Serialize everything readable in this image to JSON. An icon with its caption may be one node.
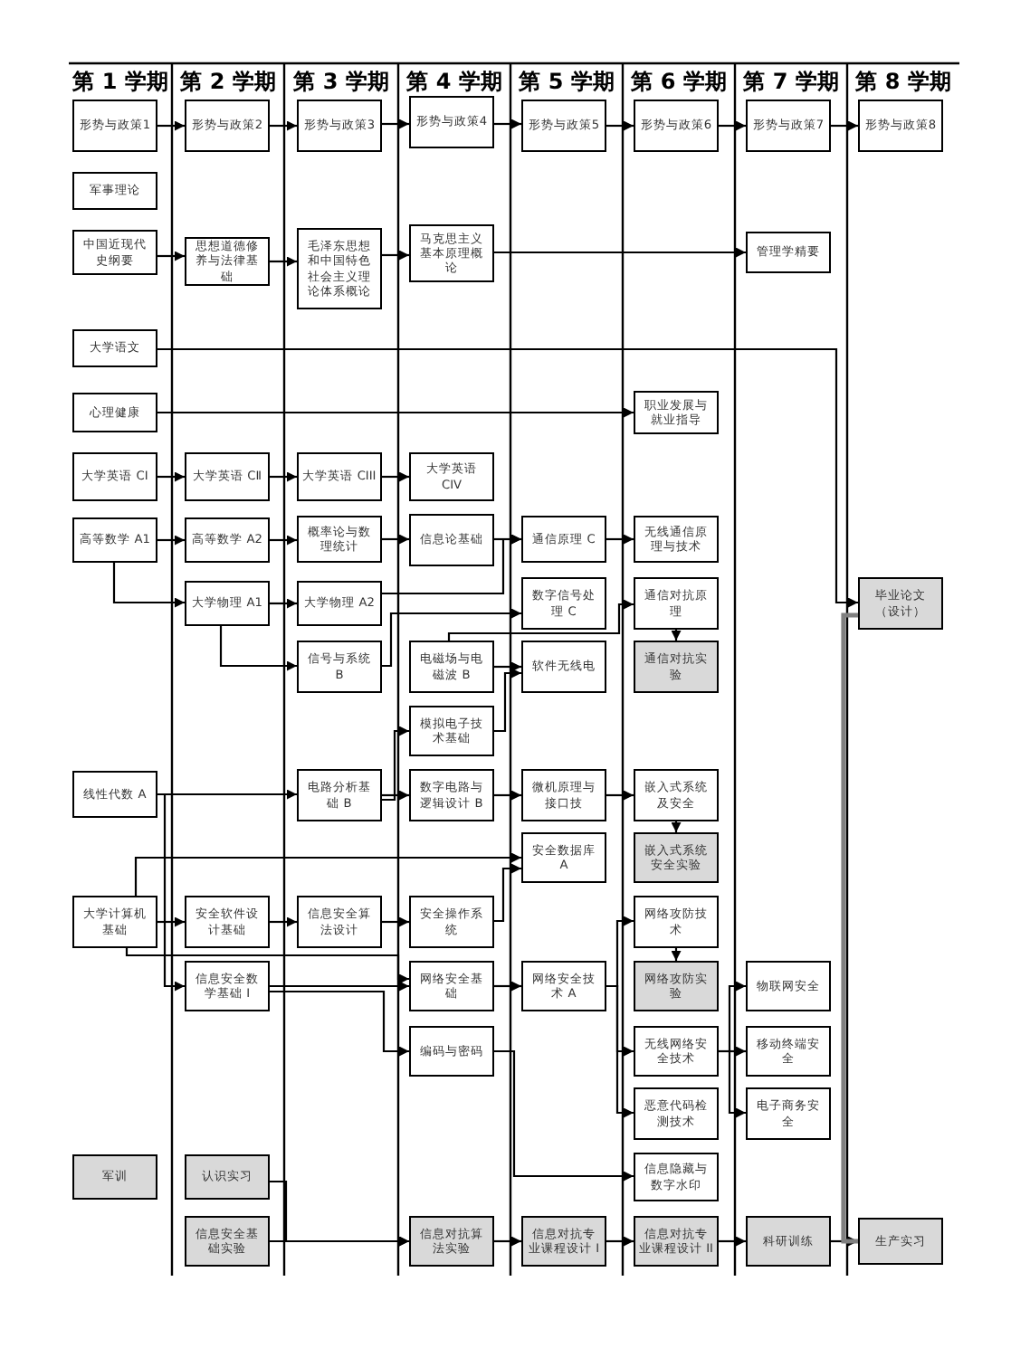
{
  "diagram": {
    "nodes": [
      {
        "text": [
          "形势与政策1"
        ]
      },
      {
        "text": [
          "形势与政策2"
        ]
      },
      {
        "text": [
          "形势与政策3"
        ]
      },
      {
        "text": [
          "形势与政策4"
        ]
      },
      {
        "text": [
          "形势与政策5"
        ]
      },
      {
        "text": [
          "形势与政策6"
        ]
      },
      {
        "text": [
          "形势与政策7"
        ]
      },
      {
        "text": [
          "形势与政策8"
        ]
      },
      {
        "text": [
          "军事理论"
        ]
      },
      {
        "text": [
          "中国近现代史纲要"
        ]
      },
      {
        "text": [
          "思想道德修养与法律基础"
        ]
      },
      {
        "text": [
          "毛泽东思想和中国特色社会主义理论体系概论"
        ]
      },
      {
        "text": [
          "马克思主义基本原理概论"
        ]
      },
      {
        "text": [
          "管理学精要"
        ]
      },
      {
        "text": [
          "大学语文"
        ]
      },
      {
        "text": [
          "心理健康"
        ]
      },
      {
        "text": [
          "职业发展与就业指导"
        ]
      },
      {
        "text": [
          "大学英语 CI"
        ]
      },
      {
        "text": [
          "大学英语 CⅡ"
        ]
      },
      {
        "text": [
          "大学英语 CIII"
        ]
      },
      {
        "text": [
          "大学英语 CIV"
        ]
      },
      {
        "text": [
          "高等数学 A1"
        ]
      },
      {
        "text": [
          "高等数学 A2"
        ]
      },
      {
        "text": [
          "概率论与数理统计"
        ]
      },
      {
        "text": [
          "信息论基础"
        ]
      },
      {
        "text": [
          "通信原理 C"
        ]
      },
      {
        "text": [
          "无线通信原理与技术"
        ]
      },
      {
        "text": [
          "毕业论文（设计）"
        ]
      },
      {
        "text": [
          "大学物理 A1"
        ]
      },
      {
        "text": [
          "大学物理 A2"
        ]
      },
      {
        "text": [
          "数字信号处理 C"
        ]
      },
      {
        "text": [
          "通信对抗原理"
        ]
      },
      {
        "text": [
          "信号与系统 B"
        ]
      },
      {
        "text": [
          "电磁场与电磁波 B"
        ]
      },
      {
        "text": [
          "软件无线电"
        ]
      },
      {
        "text": [
          "通信对抗实验"
        ]
      },
      {
        "text": [
          "模拟电子技术基础"
        ]
      },
      {
        "text": [
          "线性代数 A"
        ]
      },
      {
        "text": [
          "电路分析基础 B"
        ]
      },
      {
        "text": [
          "数字电路与逻辑设计 B"
        ]
      },
      {
        "text": [
          "微机原理与接口技"
        ]
      },
      {
        "text": [
          "嵌入式系统及安全"
        ]
      },
      {
        "text": [
          "安全数据库 A"
        ]
      },
      {
        "text": [
          "嵌入式系统安全实验"
        ]
      },
      {
        "text": [
          "大学计算机基础"
        ]
      },
      {
        "text": [
          "安全软件设计基础"
        ]
      },
      {
        "text": [
          "信息安全算法设计"
        ]
      },
      {
        "text": [
          "安全操作系统"
        ]
      },
      {
        "text": [
          "网络攻防技术"
        ]
      },
      {
        "text": [
          "信息安全数学基础 I"
        ]
      },
      {
        "text": [
          "网络安全基础"
        ]
      },
      {
        "text": [
          "网络安全技术 A"
        ]
      },
      {
        "text": [
          "网络攻防实验"
        ]
      },
      {
        "text": [
          "物联网安全"
        ]
      },
      {
        "text": [
          "编码与密码"
        ]
      },
      {
        "text": [
          "无线网络安全技术"
        ]
      },
      {
        "text": [
          "移动终端安全"
        ]
      },
      {
        "text": [
          "恶意代码检测技术"
        ]
      },
      {
        "text": [
          "电子商务安全"
        ]
      },
      {
        "text": [
          "信息隐藏与数字水印"
        ]
      },
      {
        "text": [
          "军训"
        ]
      },
      {
        "text": [
          "认识实习"
        ]
      },
      {
        "text": [
          "信息安全基础实验"
        ]
      },
      {
        "text": [
          "信息对抗算法实验"
        ]
      },
      {
        "text": [
          "信息对抗专业课程设计 I"
        ]
      },
      {
        "text": [
          "信息对抗专业课程设计 II"
        ]
      },
      {
        "text": [
          "科研训练"
        ]
      },
      {
        "text": [
          "生产实习"
        ]
      }
    ],
    "edges": [
      {
        "from": 0,
        "to": 1,
        "arrow": "to"
      },
      {
        "from": 1,
        "to": 2,
        "arrow": "to"
      },
      {
        "from": 2,
        "to": 3,
        "arrow": "to"
      },
      {
        "from": 3,
        "to": 4,
        "arrow": "to"
      },
      {
        "from": 4,
        "to": 5,
        "arrow": "to"
      },
      {
        "from": 5,
        "to": 6,
        "arrow": "to"
      },
      {
        "from": 6,
        "to": 7,
        "arrow": "to"
      },
      {
        "from": 9,
        "to": 10,
        "arrow": "to"
      },
      {
        "from": 10,
        "to": 11,
        "arrow": "to"
      },
      {
        "from": 11,
        "to": 12,
        "arrow": "to"
      },
      {
        "from": 12,
        "to": 13,
        "arrow": "to"
      },
      {
        "from": 14,
        "to": 27,
        "arrow": "to"
      },
      {
        "from": 15,
        "to": 16,
        "arrow": "to"
      },
      {
        "from": 17,
        "to": 18,
        "arrow": "to"
      },
      {
        "from": 18,
        "to": 19,
        "arrow": "to"
      },
      {
        "from": 19,
        "to": 20,
        "arrow": "to"
      },
      {
        "from": 21,
        "to": 22,
        "arrow": "to"
      },
      {
        "from": 22,
        "to": 23,
        "arrow": "to"
      },
      {
        "from": 23,
        "to": 24,
        "arrow": "to"
      },
      {
        "from": 24,
        "to": 25,
        "arrow": "to"
      },
      {
        "from": 25,
        "to": 26,
        "arrow": "to"
      },
      {
        "from": 21,
        "to": 28,
        "arrow": "to"
      },
      {
        "from": 28,
        "to": 29,
        "arrow": "to"
      },
      {
        "from": 28,
        "to": 32,
        "arrow": "to"
      },
      {
        "from": 29,
        "to": 25,
        "arrow": "to"
      },
      {
        "from": 32,
        "to": 30,
        "arrow": "to"
      },
      {
        "from": 33,
        "to": 34,
        "arrow": "to"
      },
      {
        "from": 33,
        "to": 31,
        "arrow": "to"
      },
      {
        "from": 31,
        "to": 35,
        "arrow": "to"
      },
      {
        "from": 36,
        "to": 34,
        "arrow": "to"
      },
      {
        "from": 37,
        "to": 38,
        "arrow": "to"
      },
      {
        "from": 38,
        "to": 39,
        "arrow": "to"
      },
      {
        "from": 38,
        "to": 36,
        "arrow": "to"
      },
      {
        "from": 39,
        "to": 40,
        "arrow": "to"
      },
      {
        "from": 40,
        "to": 41,
        "arrow": "to"
      },
      {
        "from": 41,
        "to": 43,
        "arrow": "to"
      },
      {
        "from": 37,
        "to": 49,
        "arrow": "to"
      },
      {
        "from": 44,
        "to": 45,
        "arrow": "to"
      },
      {
        "from": 45,
        "to": 46,
        "arrow": "to"
      },
      {
        "from": 46,
        "to": 47,
        "arrow": "to"
      },
      {
        "from": 44,
        "to": 42,
        "arrow": "to"
      },
      {
        "from": 47,
        "to": 42,
        "arrow": "to"
      },
      {
        "from": 44,
        "to": 50,
        "arrow": "to"
      },
      {
        "from": 49,
        "to": 50,
        "arrow": "to"
      },
      {
        "from": 49,
        "to": 54,
        "arrow": "to"
      },
      {
        "from": 50,
        "to": 51,
        "arrow": "to"
      },
      {
        "from": 51,
        "to": 48,
        "arrow": "to"
      },
      {
        "from": 51,
        "to": 55,
        "arrow": "to"
      },
      {
        "from": 51,
        "to": 57,
        "arrow": "to"
      },
      {
        "from": 54,
        "to": 59,
        "arrow": "to"
      },
      {
        "from": 48,
        "to": 52,
        "arrow": "to"
      },
      {
        "from": 55,
        "to": 53,
        "arrow": "to"
      },
      {
        "from": 55,
        "to": 56,
        "arrow": "to"
      },
      {
        "from": 55,
        "to": 58,
        "arrow": "to"
      },
      {
        "from": 61,
        "to": 63,
        "arrow": "to"
      },
      {
        "from": 62,
        "to": 63,
        "arrow": "to"
      },
      {
        "from": 63,
        "to": 64,
        "arrow": "to"
      },
      {
        "from": 64,
        "to": 65,
        "arrow": "to"
      },
      {
        "from": 65,
        "to": 66,
        "arrow": "to"
      },
      {
        "from": 66,
        "to": 67,
        "arrow": "to"
      },
      {
        "from": 27,
        "to": 67,
        "arrow": "none",
        "style": "thick",
        "color": "#808080"
      }
    ],
    "labels": [
      "第 1 学期",
      "第 2 学期",
      "第 3 学期",
      "第 4 学期",
      "第 5 学期",
      "第 6 学期",
      "第 7 学期",
      "第 8 学期"
    ]
  }
}
